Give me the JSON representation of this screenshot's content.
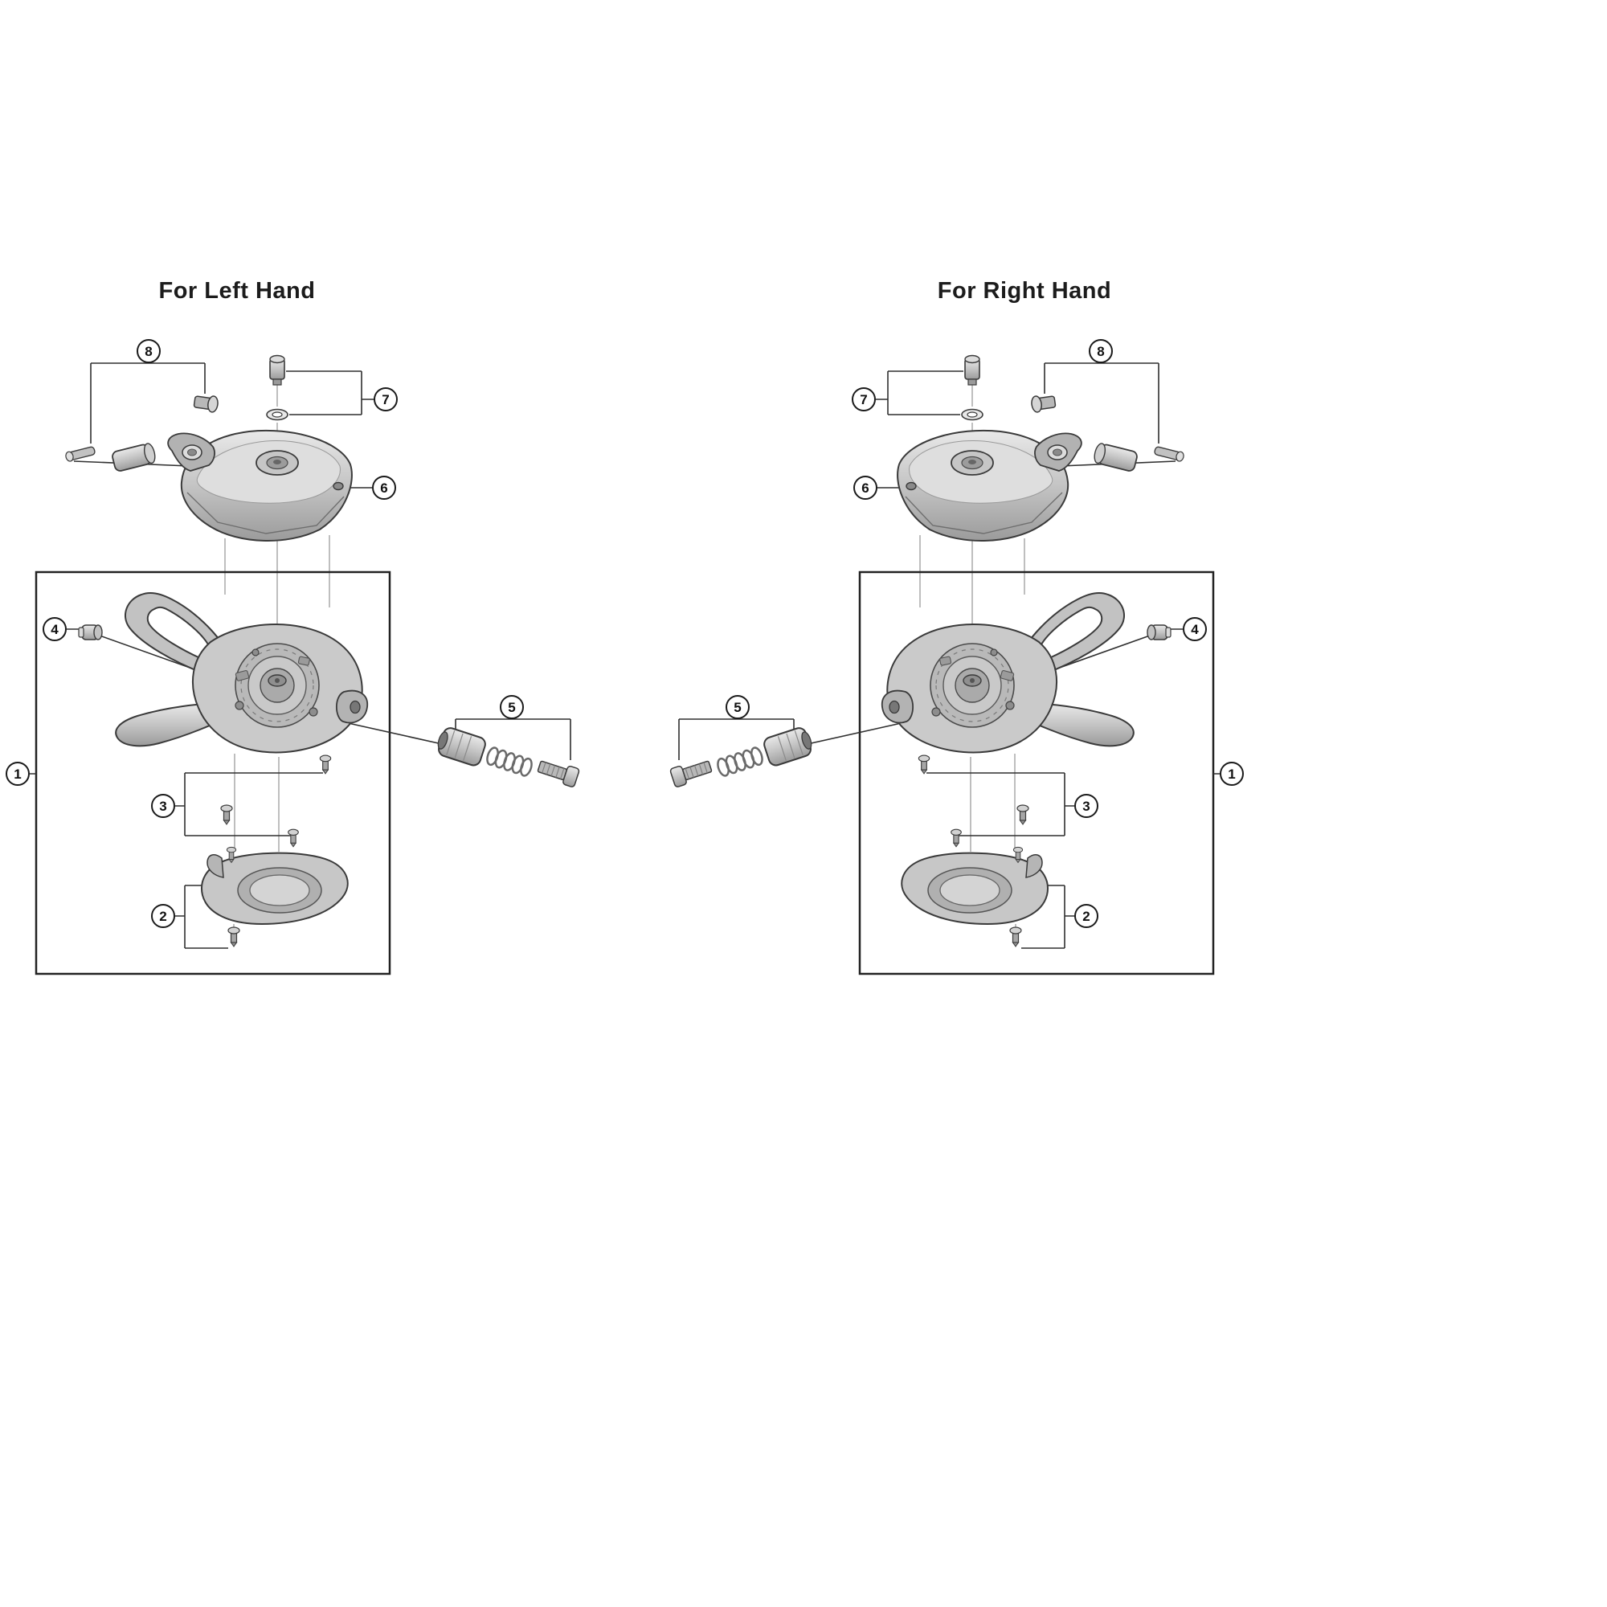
{
  "diagram": {
    "left": {
      "title": "For Left Hand",
      "callouts": [
        "1",
        "2",
        "3",
        "4",
        "5",
        "6",
        "7",
        "8"
      ]
    },
    "right": {
      "title": "For Right Hand",
      "callouts": [
        "1",
        "2",
        "3",
        "4",
        "5",
        "6",
        "7",
        "8"
      ]
    }
  },
  "colors": {
    "background": "#ffffff",
    "outline": "#3a3a3a",
    "leader_line": "#2f2f2f",
    "callout_border": "#1a1a1a",
    "metal_light": "#e9e9e9",
    "metal_mid": "#c4c4c4",
    "metal_dark": "#9b9b9b"
  }
}
